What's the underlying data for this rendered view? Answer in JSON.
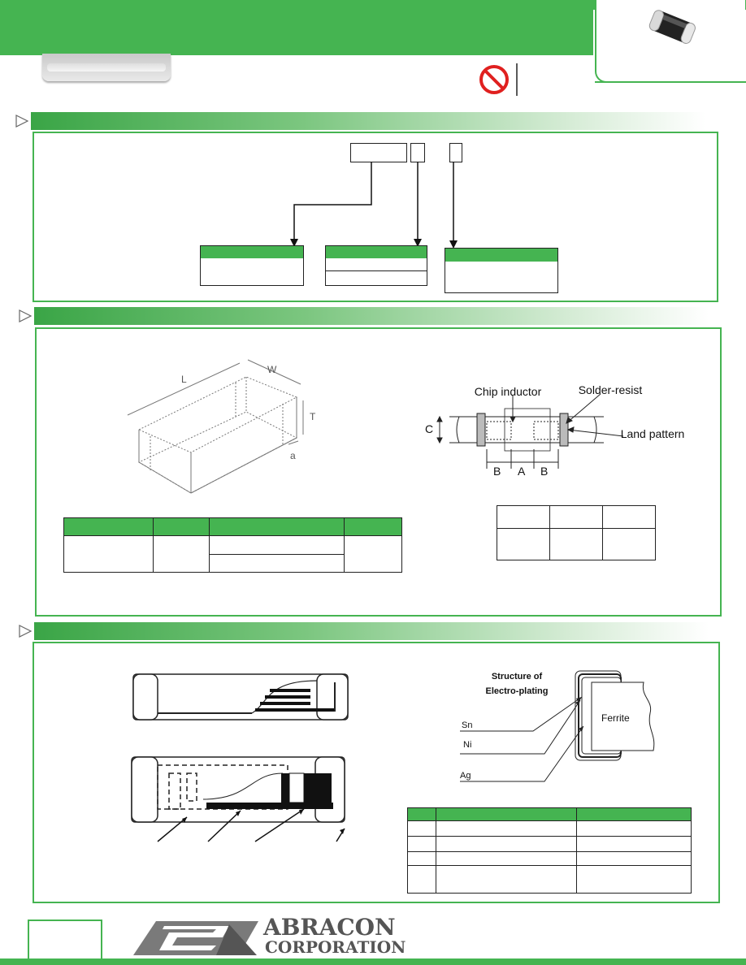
{
  "header": {
    "brand_color": "#45b451"
  },
  "icons": {
    "no_lead": "prohibited-icon",
    "section_marker": "outline-triangle-arrow-icon"
  },
  "dimension_diagram": {
    "labels": {
      "l": "L",
      "w": "W",
      "t": "T",
      "a": "a"
    }
  },
  "land_pattern": {
    "labels": {
      "chip_inductor": "Chip inductor",
      "solder_resist": "Solder-resist",
      "land_pattern": "Land pattern",
      "c": "C",
      "b_left": "B",
      "a": "A",
      "b_right": "B"
    }
  },
  "electroplating": {
    "title_line1": "Structure of",
    "title_line2": "Electro-plating",
    "layers": {
      "sn": "Sn",
      "ni": "Ni",
      "ag": "Ag",
      "ferrite": "Ferrite"
    }
  },
  "footer": {
    "logo_line1": "ABRACON",
    "logo_line2": "CORPORATION"
  }
}
